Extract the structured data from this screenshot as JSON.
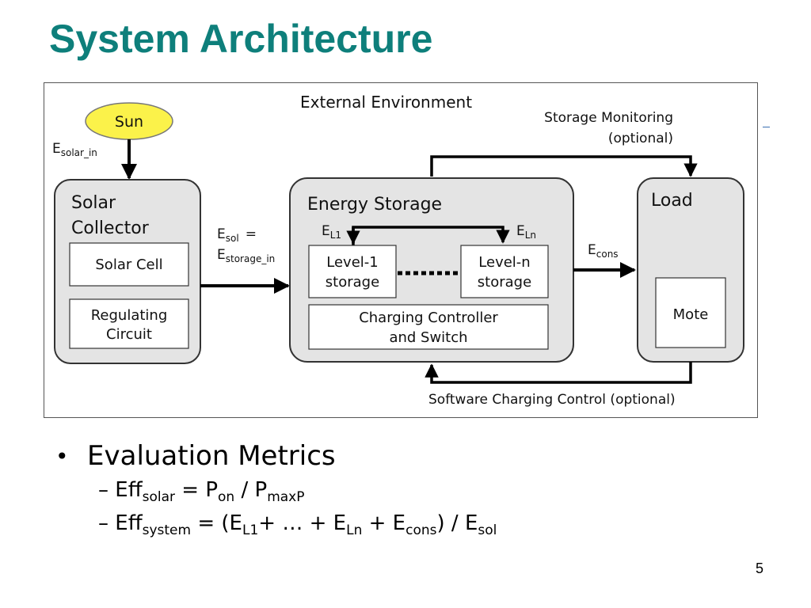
{
  "slide": {
    "title": "System Architecture",
    "page_number": "5"
  },
  "diagram": {
    "external_environment": "External Environment",
    "sun": "Sun",
    "e_solar_in": {
      "base": "E",
      "sub": "solar_in"
    },
    "solar_collector": {
      "line1": "Solar",
      "line2": "Collector"
    },
    "solar_cell": "Solar Cell",
    "regulating_circuit": {
      "line1": "Regulating",
      "line2": "Circuit"
    },
    "e_sol": {
      "base": "E",
      "sub": "sol",
      "eq": "="
    },
    "e_storage_in": {
      "base": "E",
      "sub": "storage_in"
    },
    "energy_storage": "Energy Storage",
    "e_l1": {
      "base": "E",
      "sub": "L1"
    },
    "e_ln": {
      "base": "E",
      "sub": "Ln"
    },
    "level1": {
      "line1": "Level-1",
      "line2": "storage"
    },
    "leveln": {
      "line1": "Level-n",
      "line2": "storage"
    },
    "charging_controller": {
      "line1": "Charging Controller",
      "line2": "and Switch"
    },
    "e_cons": {
      "base": "E",
      "sub": "cons"
    },
    "load": "Load",
    "mote": "Mote",
    "storage_monitoring": {
      "line1": "Storage Monitoring",
      "line2": "(optional)"
    },
    "software_charging": "Software Charging Control (optional)"
  },
  "bullets": {
    "main": "Evaluation Metrics",
    "dot": "•",
    "dash": "–",
    "metric1": {
      "eff": "Eff",
      "eff_sub": "solar",
      "eq": " = ",
      "p1": "P",
      "p1_sub": "on",
      "div": " / ",
      "p2": "P",
      "p2_sub": "maxP"
    },
    "metric2": {
      "eff": "Eff",
      "eff_sub": "system",
      "eq": " = (",
      "e1": "E",
      "e1_sub": "L1",
      "plus1": "+ … + ",
      "e2": "E",
      "e2_sub": "Ln",
      "plus2": " + ",
      "e3": "E",
      "e3_sub": "cons",
      "div": ") / ",
      "e4": "E",
      "e4_sub": "sol"
    }
  }
}
